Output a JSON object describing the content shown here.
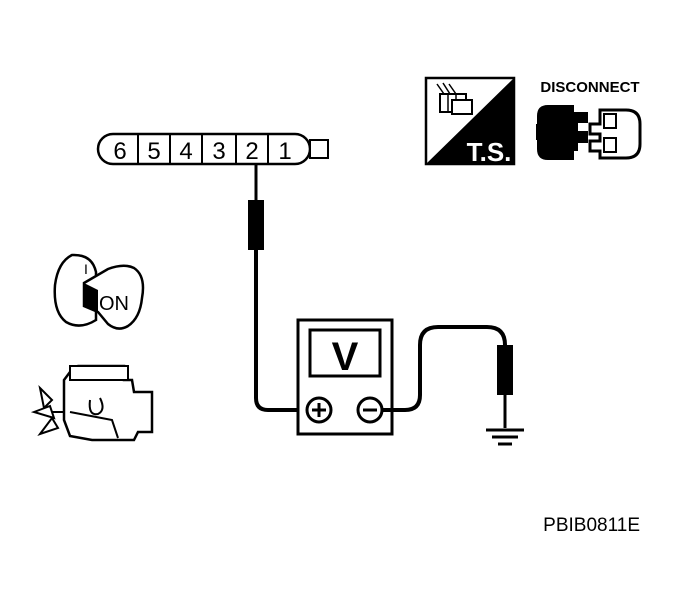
{
  "connector": {
    "pins": [
      "6",
      "5",
      "4",
      "3",
      "2",
      "1"
    ]
  },
  "ts_badge": {
    "label": "T.S."
  },
  "disconnect": {
    "label": "DISCONNECT"
  },
  "ignition": {
    "position_label": "ON",
    "off_mark": "I"
  },
  "meter": {
    "label": "V",
    "positive_symbol": "+",
    "negative_symbol": "−"
  },
  "figure": {
    "code": "PBIB0811E"
  },
  "icons": {
    "connector": "connector-icon",
    "ts": "trouble-shooting-icon",
    "disconnect": "disconnect-icon",
    "ignition": "ignition-key-icon",
    "engine": "engine-icon",
    "ground": "ground-icon",
    "voltmeter": "voltmeter-icon"
  }
}
